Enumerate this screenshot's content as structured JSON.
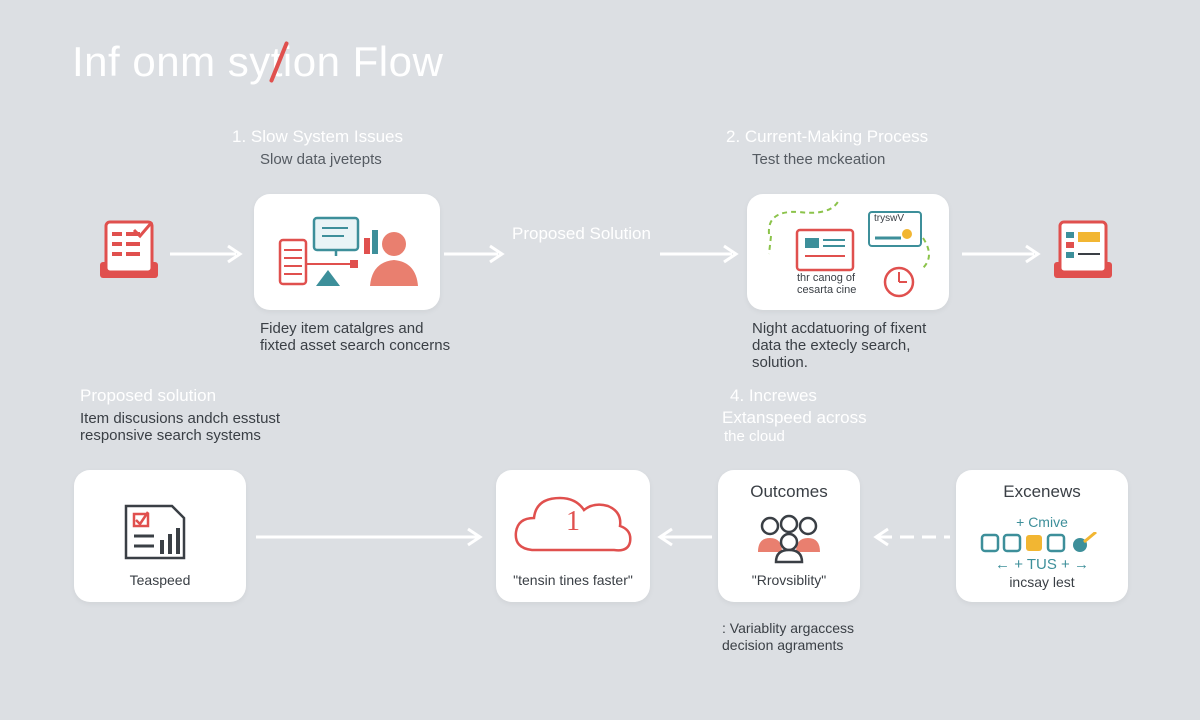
{
  "title": "Inf onm sytion Flow",
  "step1": {
    "heading": "1.  Slow System Issues",
    "sub": "Slow data jvetерts",
    "desc_line1": "Fidey item catalgres and",
    "desc_line2": "fixted asset search concerns"
  },
  "middle_label": "Proposed Solution",
  "step2": {
    "heading": "2.  Current-Making Process",
    "sub": "Test thee mckeation",
    "card_text_line1": "thr canog of",
    "card_text_line2": "cesarta cine",
    "card_badge": "tryswV",
    "desc_line1": "Night acdatuoring of fixent",
    "desc_line2": "data the extecly search,",
    "desc_line3": "solution."
  },
  "proposed": {
    "heading": "Proposed solution",
    "desc_line1": "Item discusions andch esstust",
    "desc_line2": "responsive search systems"
  },
  "step4": {
    "heading": "4.  Increwes",
    "sub_line1": "Extanspeed across",
    "sub_line2": "the cloud"
  },
  "cards": {
    "teaspeed": "Teaspeed",
    "cloud_label": "\"tensin tines faster\"",
    "cloud_number": "1",
    "outcomes_title": "Outcomes",
    "outcomes_label": "\"Rrovsiblity\"",
    "excenews_title": "Excenews",
    "excenews_line1": "+ Cmive",
    "excenews_line2": "← + TUS + →",
    "excenews_label": "incsay lest"
  },
  "bottom_note": {
    "line1": ": Variablity argaccess",
    "line2": "decision agraments"
  },
  "colors": {
    "background": "#dcdfe3",
    "accent_red": "#e0504e",
    "accent_teal": "#3d8f9a",
    "accent_green": "#8bc34a",
    "accent_yellow": "#f2b632"
  }
}
